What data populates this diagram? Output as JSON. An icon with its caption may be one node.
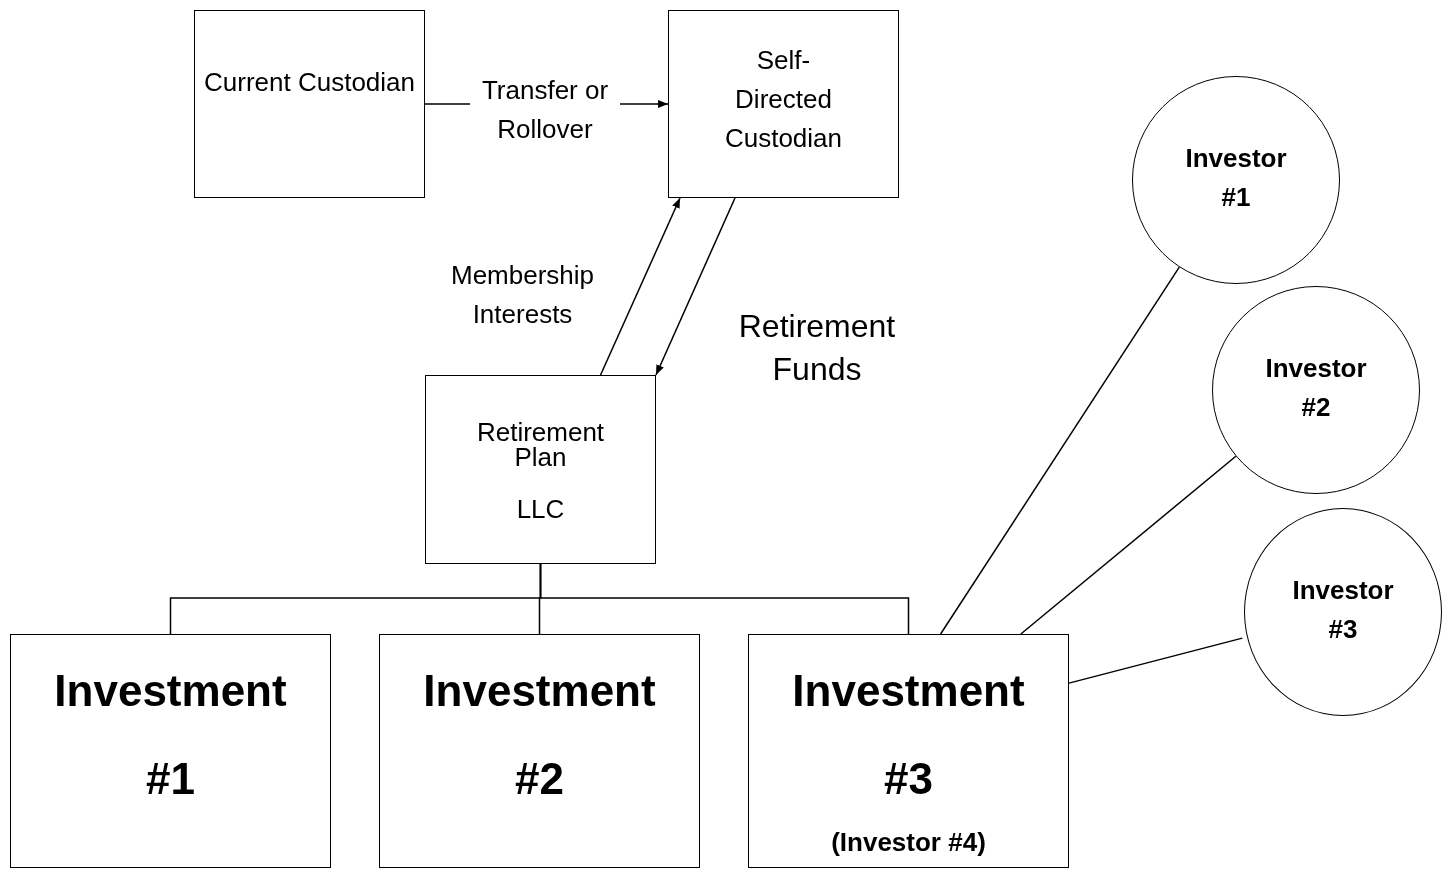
{
  "diagram": {
    "nodes": [
      {
        "text": [
          "Current Custodian"
        ]
      },
      {
        "text": [
          "Self-Directed Custodian"
        ]
      },
      {
        "text": [
          "Retirement Plan",
          "LLC"
        ]
      },
      {
        "text": [
          "Investment",
          "#1"
        ]
      },
      {
        "text": [
          "Investment",
          "#2"
        ]
      },
      {
        "text": [
          "Investment",
          "#3",
          "(Investor #4)"
        ]
      },
      {
        "text": [
          "Investor #1"
        ]
      },
      {
        "text": [
          "Investor #2"
        ]
      },
      {
        "text": [
          "Investor #3"
        ]
      }
    ],
    "edges": [
      {
        "from": 0,
        "to": 1,
        "arrow": "to",
        "label": "Transfer or Rollover"
      },
      {
        "from": 2,
        "to": 1,
        "arrow": "to",
        "label": "Membership Interests"
      },
      {
        "from": 1,
        "to": 2,
        "arrow": "to",
        "label": "Retirement Funds"
      },
      {
        "from": 2,
        "to": 3,
        "arrow": "none"
      },
      {
        "from": 2,
        "to": 4,
        "arrow": "none"
      },
      {
        "from": 2,
        "to": 5,
        "arrow": "none"
      },
      {
        "from": 6,
        "to": 5,
        "arrow": "none"
      },
      {
        "from": 7,
        "to": 5,
        "arrow": "none"
      },
      {
        "from": 8,
        "to": 5,
        "arrow": "none"
      }
    ]
  }
}
